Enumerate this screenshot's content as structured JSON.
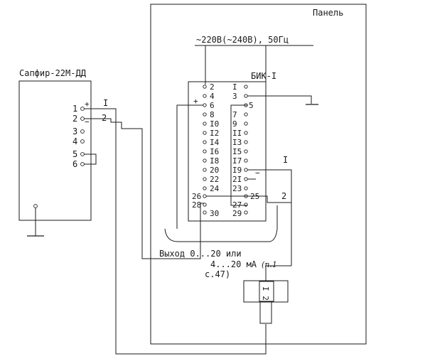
{
  "panel": {
    "label": "Панель"
  },
  "power": {
    "label": "~220В(~240В), 50Гц"
  },
  "sapfir": {
    "title": "Сапфир-22М-ДД",
    "terminals": [
      "1",
      "2",
      "3",
      "4",
      "5",
      "6"
    ],
    "plus": "+",
    "minus": "−"
  },
  "bik": {
    "title": "БИК-I",
    "left_pins": [
      "2",
      "4",
      "6",
      "8",
      "I0",
      "I2",
      "I4",
      "I6",
      "I8",
      "20",
      "22",
      "24",
      "26",
      "28",
      "30"
    ],
    "right_pins": [
      "I",
      "3",
      "5",
      "7",
      "9",
      "II",
      "I3",
      "I5",
      "I7",
      "I9",
      "2I",
      "23",
      "25",
      "27",
      "29"
    ],
    "plus": "+",
    "minus": "−"
  },
  "wires": {
    "line1": "I",
    "line2": "2",
    "line1_b": "I",
    "line2_b": "2"
  },
  "output": {
    "line1": "Выход 0...20 или",
    "line2": "4...20 мА",
    "note": "(п.1",
    "line3": "с.47)"
  },
  "indicator": {
    "marks": "I 2"
  }
}
